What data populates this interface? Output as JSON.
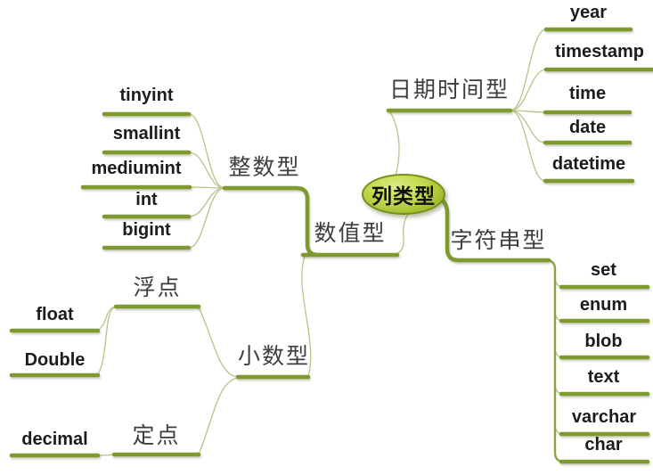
{
  "map": {
    "center": {
      "label": "列类型"
    },
    "branches": [
      {
        "label": "数值型",
        "children": [
          {
            "label": "整数型",
            "children": [
              {
                "label": "tinyint"
              },
              {
                "label": "smallint"
              },
              {
                "label": "mediumint"
              },
              {
                "label": "int"
              },
              {
                "label": "bigint"
              }
            ]
          },
          {
            "label": "小数型",
            "children": [
              {
                "label": "浮点",
                "children": [
                  {
                    "label": "float"
                  },
                  {
                    "label": "Double"
                  }
                ]
              },
              {
                "label": "定点",
                "children": [
                  {
                    "label": "decimal"
                  }
                ]
              }
            ]
          }
        ]
      },
      {
        "label": "日期时间型",
        "children": [
          {
            "label": "year"
          },
          {
            "label": "timestamp"
          },
          {
            "label": "time"
          },
          {
            "label": "date"
          },
          {
            "label": "datetime"
          }
        ]
      },
      {
        "label": "字符串型",
        "children": [
          {
            "label": "set"
          },
          {
            "label": "enum"
          },
          {
            "label": "blob"
          },
          {
            "label": "text"
          },
          {
            "label": "varchar"
          },
          {
            "label": "char"
          }
        ]
      }
    ]
  },
  "colors": {
    "background": "#ffffff",
    "branch_underline": "#7e9a2e",
    "connector_line": "#b9c287",
    "center_fill_light": "#d3e364",
    "center_fill_dark": "#8ba522",
    "center_border": "#73901c",
    "chinese_text": "#3d3d3d",
    "english_text": "#1c1c1c"
  }
}
